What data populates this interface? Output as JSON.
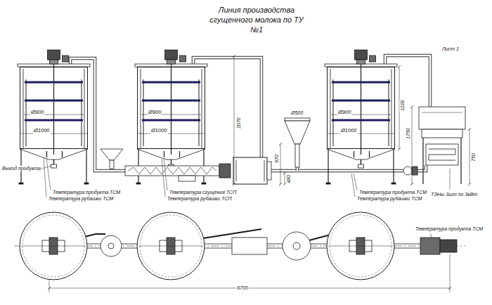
{
  "diagram": {
    "title": "Линия производства сгущенного молока по ТУ №1",
    "nodes": [
      {
        "text": [
          "Ø900",
          "Ø1000"
        ]
      },
      {
        "text": [
          "Ø900",
          "Ø1000"
        ]
      },
      {
        "text": [
          "Ø900",
          "Ø1000"
        ]
      }
    ],
    "labels": [
      "Лист 1",
      "2070",
      "Ø500",
      "1100",
      "1750",
      "970",
      "480",
      "750",
      "Выход продукта",
      "Температура продукта ТСМ",
      "Температура рубашки ТСМ",
      "Температура сгущения ТСП",
      "Температура рубашки ТСП",
      "Температура продукта ТСМ",
      "Температура рубашки ТСМ",
      "ТЭНы 3шт по 3кВт",
      "Температура продукта ТСМ",
      "6700"
    ]
  }
}
